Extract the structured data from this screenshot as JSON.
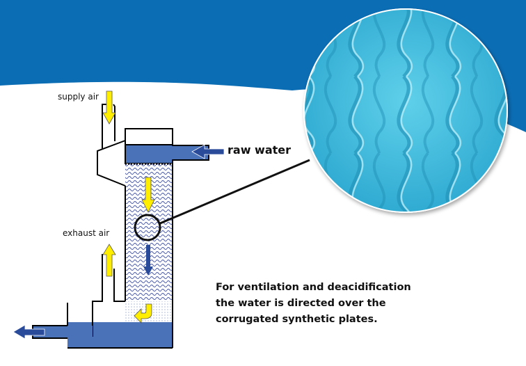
{
  "labels": {
    "supply_air": "supply air",
    "exhaust_air": "exhaust air",
    "raw_water": "raw water"
  },
  "caption": {
    "line1": "For ventilation and deacidification",
    "line2": "the water is directed over the",
    "line3": "corrugated synthetic plates."
  },
  "colors": {
    "band_blue": "#0b6db4",
    "water_blue": "#4a72b8",
    "arrow_yellow": "#ffee00",
    "arrow_blue": "#2a4a9a",
    "plate_cyan": "#3cb8d8"
  }
}
